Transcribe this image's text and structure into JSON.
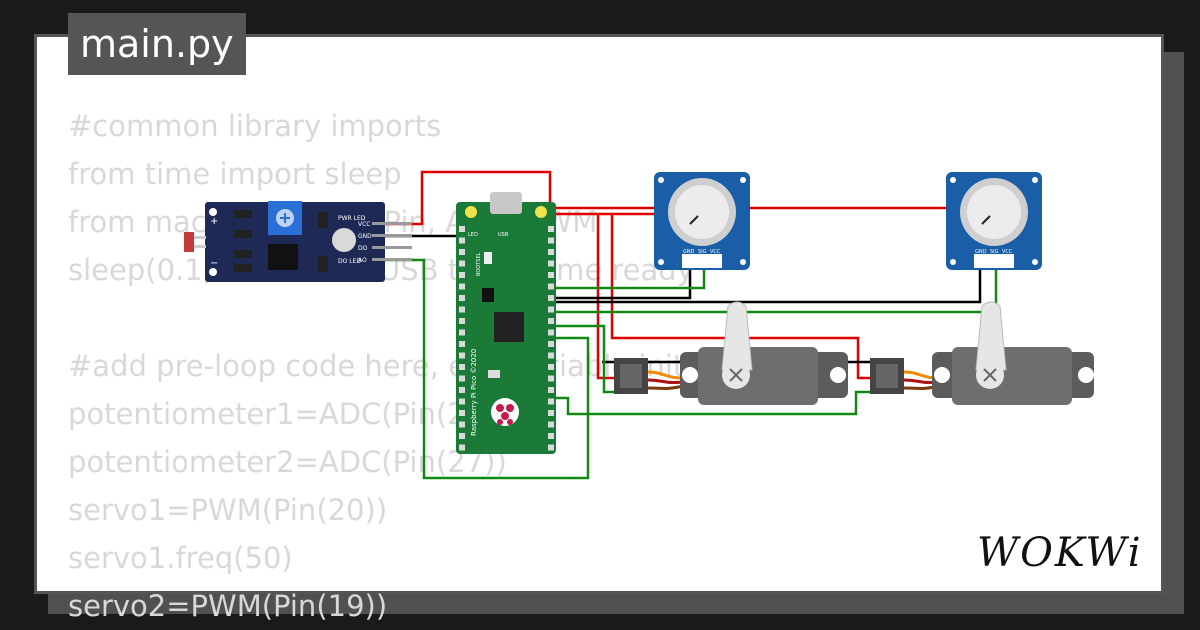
{
  "editor": {
    "tab_label": "main.py",
    "code_lines": [
      "#common library imports",
      "from time import sleep",
      "from machine import Pin, ADC, PWM",
      "sleep(0.1) # Wait for USB to become ready",
      "",
      "#add pre-loop code here, e.g. variable initialization",
      "potentiometer1=ADC(Pin(26))",
      "potentiometer2=ADC(Pin(27))",
      "servo1=PWM(Pin(20))",
      "servo1.freq(50)",
      "servo2=PWM(Pin(19))"
    ]
  },
  "circuit": {
    "pico_label": "Raspberry Pi Pico ©2020",
    "pico_led_label": "LED",
    "pico_usb_label": "USB",
    "pico_bootsel_label": "BOOTSEL",
    "ldr_module": {
      "pwr_led_label": "PWR LED",
      "do_led_label": "DO LED",
      "pin_labels": [
        "VCC",
        "GND",
        "DO",
        "AO"
      ],
      "plus_label": "+",
      "minus_label": "−"
    },
    "potentiometer_pin_labels": [
      "GND",
      "SIG",
      "VCC"
    ],
    "wire_colors": {
      "power": "#e00000",
      "ground": "#000000",
      "signal": "#118811"
    }
  },
  "brand": {
    "logo_text": "WOKWi"
  }
}
